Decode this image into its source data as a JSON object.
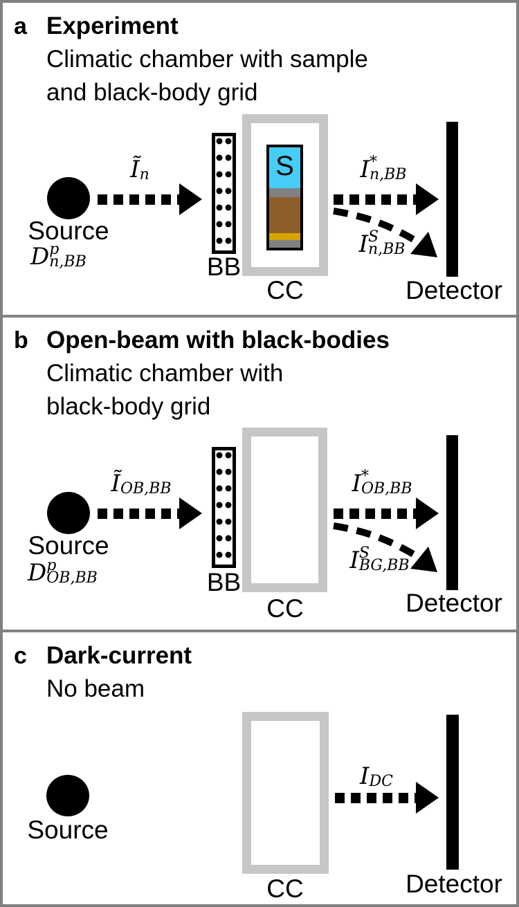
{
  "colors": {
    "panel_border": "#808080",
    "cc_frame": "#c6c6c6",
    "sample_cyan": "#45cdf8",
    "sample_gray": "#808080",
    "sample_brown": "#8f5f2b",
    "sample_gold": "#d5a400",
    "ink": "#000000"
  },
  "panels": {
    "a": {
      "label": "a",
      "title": "Experiment",
      "subtitle1": "Climatic chamber with sample",
      "subtitle2": "and black-body grid",
      "source_label": "Source",
      "source_symbol": {
        "base": "D",
        "sup": "p",
        "sub": "n,BB"
      },
      "beam_in": {
        "base": "Ĩ",
        "sup": "",
        "sub": "n"
      },
      "bb_label": "BB",
      "cc_label": "CC",
      "sample_label": "S",
      "beam_main": {
        "base": "I",
        "sup": "*",
        "sub": "n,BB"
      },
      "beam_scatter": {
        "base": "I",
        "sup": "S",
        "sub": "n,BB"
      },
      "detector_label": "Detector"
    },
    "b": {
      "label": "b",
      "title": "Open-beam with black-bodies",
      "subtitle1": "Climatic chamber with",
      "subtitle2": "black-body grid",
      "source_label": "Source",
      "source_symbol": {
        "base": "D",
        "sup": "p",
        "sub": "OB,BB"
      },
      "beam_in": {
        "base": "Ĩ",
        "sup": "",
        "sub": "OB,BB"
      },
      "bb_label": "BB",
      "cc_label": "CC",
      "beam_main": {
        "base": "I",
        "sup": "*",
        "sub": "OB,BB"
      },
      "beam_scatter": {
        "base": "I",
        "sup": "S",
        "sub": "BG,BB"
      },
      "detector_label": "Detector"
    },
    "c": {
      "label": "c",
      "title": "Dark-current",
      "subtitle1": "No beam",
      "source_label": "Source",
      "cc_label": "CC",
      "beam_main": {
        "base": "I",
        "sup": "",
        "sub": "DC"
      },
      "detector_label": "Detector"
    }
  }
}
